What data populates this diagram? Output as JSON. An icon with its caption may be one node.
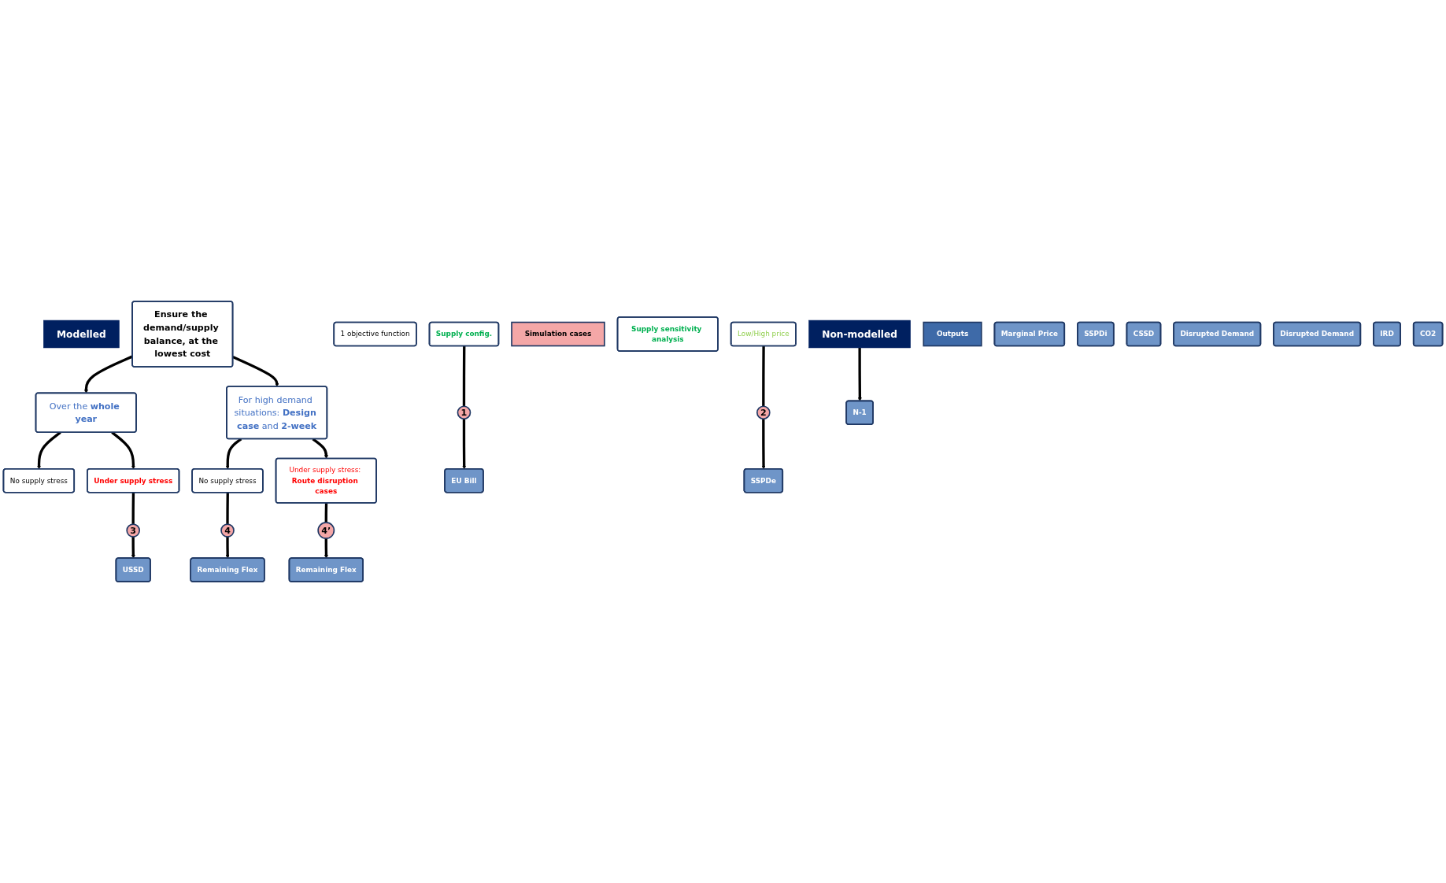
{
  "diagram": {
    "nodes": [
      {
        "text": [
          "Modelled"
        ]
      },
      {
        "text": [
          "Non-modelled"
        ]
      },
      {
        "text": [
          "1 objective function"
        ]
      },
      {
        "text": [
          "Ensure the demand/supply balance, at the lowest cost"
        ]
      },
      {
        "text": [
          "Simulation cases"
        ]
      },
      {
        "text": [
          "Over the **whole year**"
        ]
      },
      {
        "text": [
          "For high demand situations: **Design case** and **2-week**"
        ]
      },
      {
        "text": [
          "No supply stress"
        ]
      },
      {
        "text": [
          "Supply sensitivity analysis"
        ]
      },
      {
        "text": [
          "Supply config."
        ]
      },
      {
        "text": [
          "Low/High price"
        ]
      },
      {
        "text": [
          "Under supply stress"
        ]
      },
      {
        "text": [
          "No supply stress"
        ]
      },
      {
        "text": [
          "Under supply stress: **Route disruption cases**"
        ]
      },
      {
        "text": [
          "1"
        ]
      },
      {
        "text": [
          "2"
        ]
      },
      {
        "text": [
          "3"
        ]
      },
      {
        "text": [
          "4"
        ]
      },
      {
        "text": [
          "4’"
        ]
      },
      {
        "text": [
          "Outputs"
        ]
      },
      {
        "text": [
          "EU Bill"
        ]
      },
      {
        "text": [
          "Marginal Price"
        ]
      },
      {
        "text": [
          "SSPDe"
        ]
      },
      {
        "text": [
          "SSPDi"
        ]
      },
      {
        "text": [
          "USSD"
        ]
      },
      {
        "text": [
          "CSSD"
        ]
      },
      {
        "text": [
          "Remaining Flex"
        ]
      },
      {
        "text": [
          "Disrupted Demand"
        ]
      },
      {
        "text": [
          "Remaining Flex"
        ]
      },
      {
        "text": [
          "Disrupted Demand"
        ]
      },
      {
        "text": [
          "N-1"
        ]
      },
      {
        "text": [
          "IRD"
        ]
      },
      {
        "text": [
          "CO2"
        ]
      }
    ],
    "edges": [
      {
        "from": 3,
        "to": 5,
        "arrow": "to"
      },
      {
        "from": 3,
        "to": 6,
        "arrow": "to"
      },
      {
        "from": 5,
        "to": 7,
        "arrow": "to"
      },
      {
        "from": 5,
        "to": 11,
        "arrow": "to"
      },
      {
        "from": 6,
        "to": 12,
        "arrow": "to"
      },
      {
        "from": 6,
        "to": 13,
        "arrow": "to"
      },
      {
        "from": 9,
        "to": 14,
        "arrow": "none"
      },
      {
        "from": 14,
        "to": 20,
        "arrow": "to"
      },
      {
        "from": 10,
        "to": 15,
        "arrow": "none"
      },
      {
        "from": 15,
        "to": 22,
        "arrow": "to"
      },
      {
        "from": 11,
        "to": 16,
        "arrow": "none"
      },
      {
        "from": 16,
        "to": 24,
        "arrow": "to"
      },
      {
        "from": 12,
        "to": 17,
        "arrow": "none"
      },
      {
        "from": 17,
        "to": 26,
        "arrow": "to"
      },
      {
        "from": 13,
        "to": 18,
        "arrow": "none"
      },
      {
        "from": 18,
        "to": 28,
        "arrow": "to"
      },
      {
        "from": 1,
        "to": 30,
        "arrow": "to"
      }
    ]
  }
}
